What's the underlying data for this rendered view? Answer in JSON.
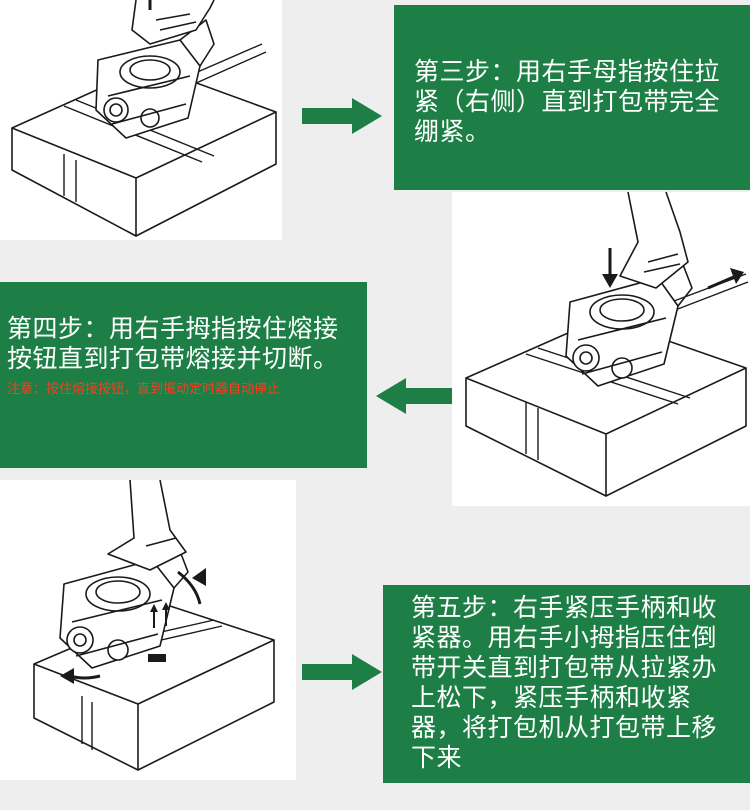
{
  "colors": {
    "green": "#1d7f45",
    "note_red": "#ff3b1f",
    "line": "#1a1a1a"
  },
  "step3": {
    "text": "第三步：用右手母指按住拉紧（右侧）直到打包带完全绷紧。"
  },
  "step4": {
    "text": "第四步：用右手拇指按住熔接按钮直到打包带熔接并切断。",
    "note": "注意：按住熔接按钮，直到振动定时器自动停止"
  },
  "step5": {
    "text": "第五步：右手紧压手柄和收紧器。用右手小拇指压住倒带开关直到打包带从拉紧办上松下，紧压手柄和收紧器，将打包机从打包带上移下来"
  },
  "icons": {
    "arrow_right": "arrow-right-icon",
    "arrow_left": "arrow-left-icon",
    "arrow_right_2": "arrow-right-icon"
  }
}
